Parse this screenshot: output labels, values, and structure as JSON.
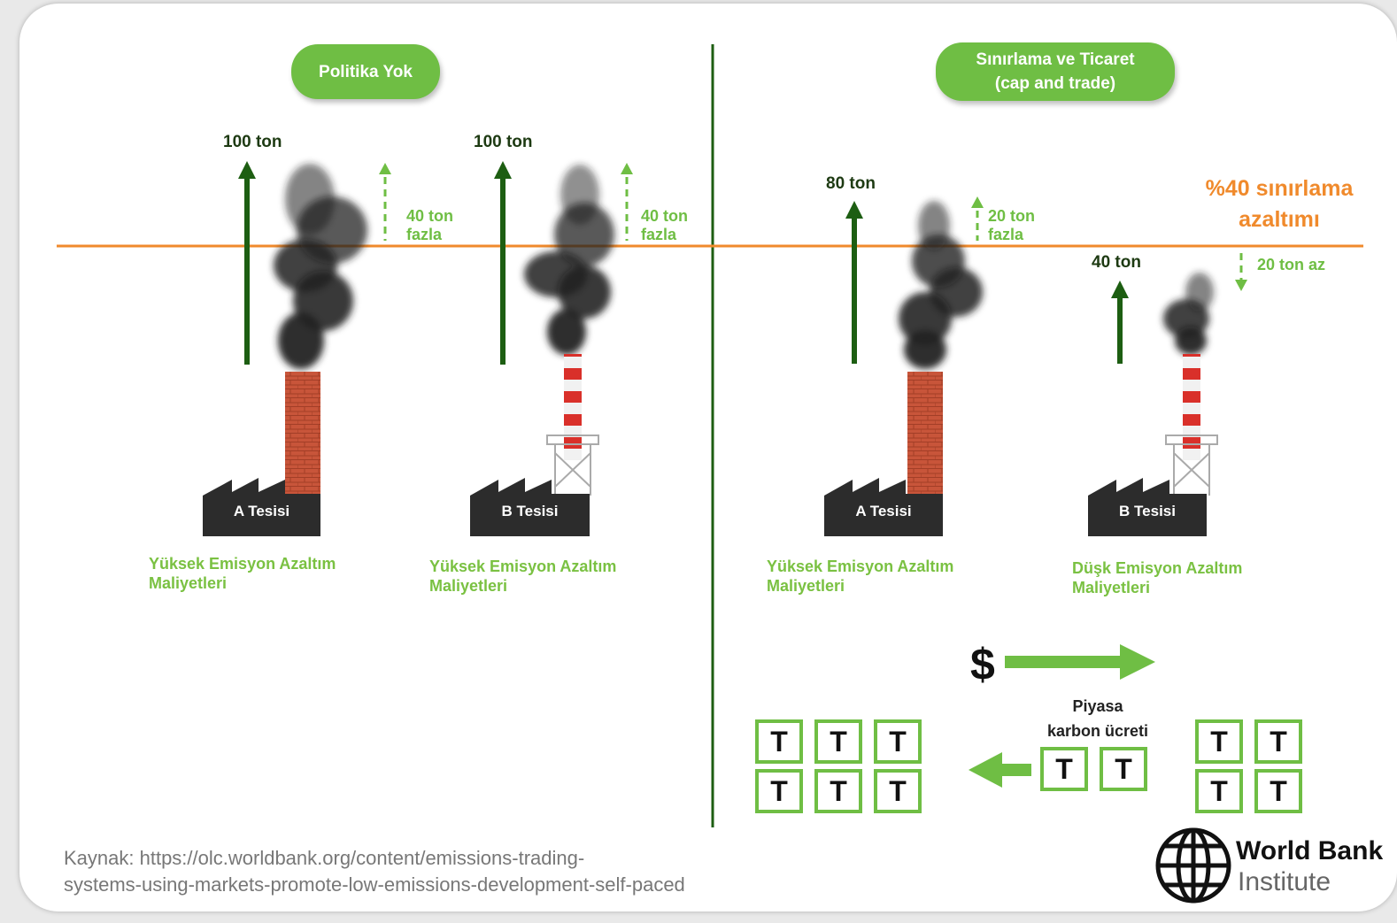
{
  "left_panel": {
    "title": "Politika Yok",
    "plant_a": {
      "emission": "100 ton",
      "excess": "40 ton\nfazla",
      "name": "A Tesisi",
      "caption": "Yüksek Emisyon Azaltım Maliyetleri"
    },
    "plant_b": {
      "emission": "100 ton",
      "excess": "40 ton\nfazla",
      "name": "B Tesisi",
      "caption": "Yüksek Emisyon Azaltım Maliyetleri"
    }
  },
  "right_panel": {
    "title_line1": "Sınırlama ve Ticaret",
    "title_line2": "(cap and trade)",
    "cap_label_line1": "%40 sınırlama",
    "cap_label_line2": "azaltımı",
    "plant_a": {
      "emission": "80 ton",
      "excess": "20 ton\nfazla",
      "name": "A Tesisi",
      "caption": "Yüksek Emisyon Azaltım Maliyetleri"
    },
    "plant_b": {
      "emission": "40 ton",
      "deficit": "20 ton az",
      "name": "B Tesisi",
      "caption": "Düşk Emisyon Azaltım Maliyetleri"
    },
    "market": {
      "currency_symbol": "$",
      "price_line1": "Piyasa",
      "price_line2": "karbon ücreti",
      "permit_label": "T",
      "left_permits": 6,
      "traded_permits": 2,
      "right_permits": 4
    }
  },
  "source": {
    "line1": "Kaynak: https://olc.worldbank.org/content/emissions-trading-",
    "line2": "systems-using-markets-promote-low-emissions-development-self-paced"
  },
  "logo": {
    "line1": "World Bank",
    "line2": "Institute"
  },
  "colors": {
    "green": "#6fbe44",
    "dark_green": "#1d5e12",
    "orange": "#f08a2c",
    "brick": "#c8553a"
  }
}
